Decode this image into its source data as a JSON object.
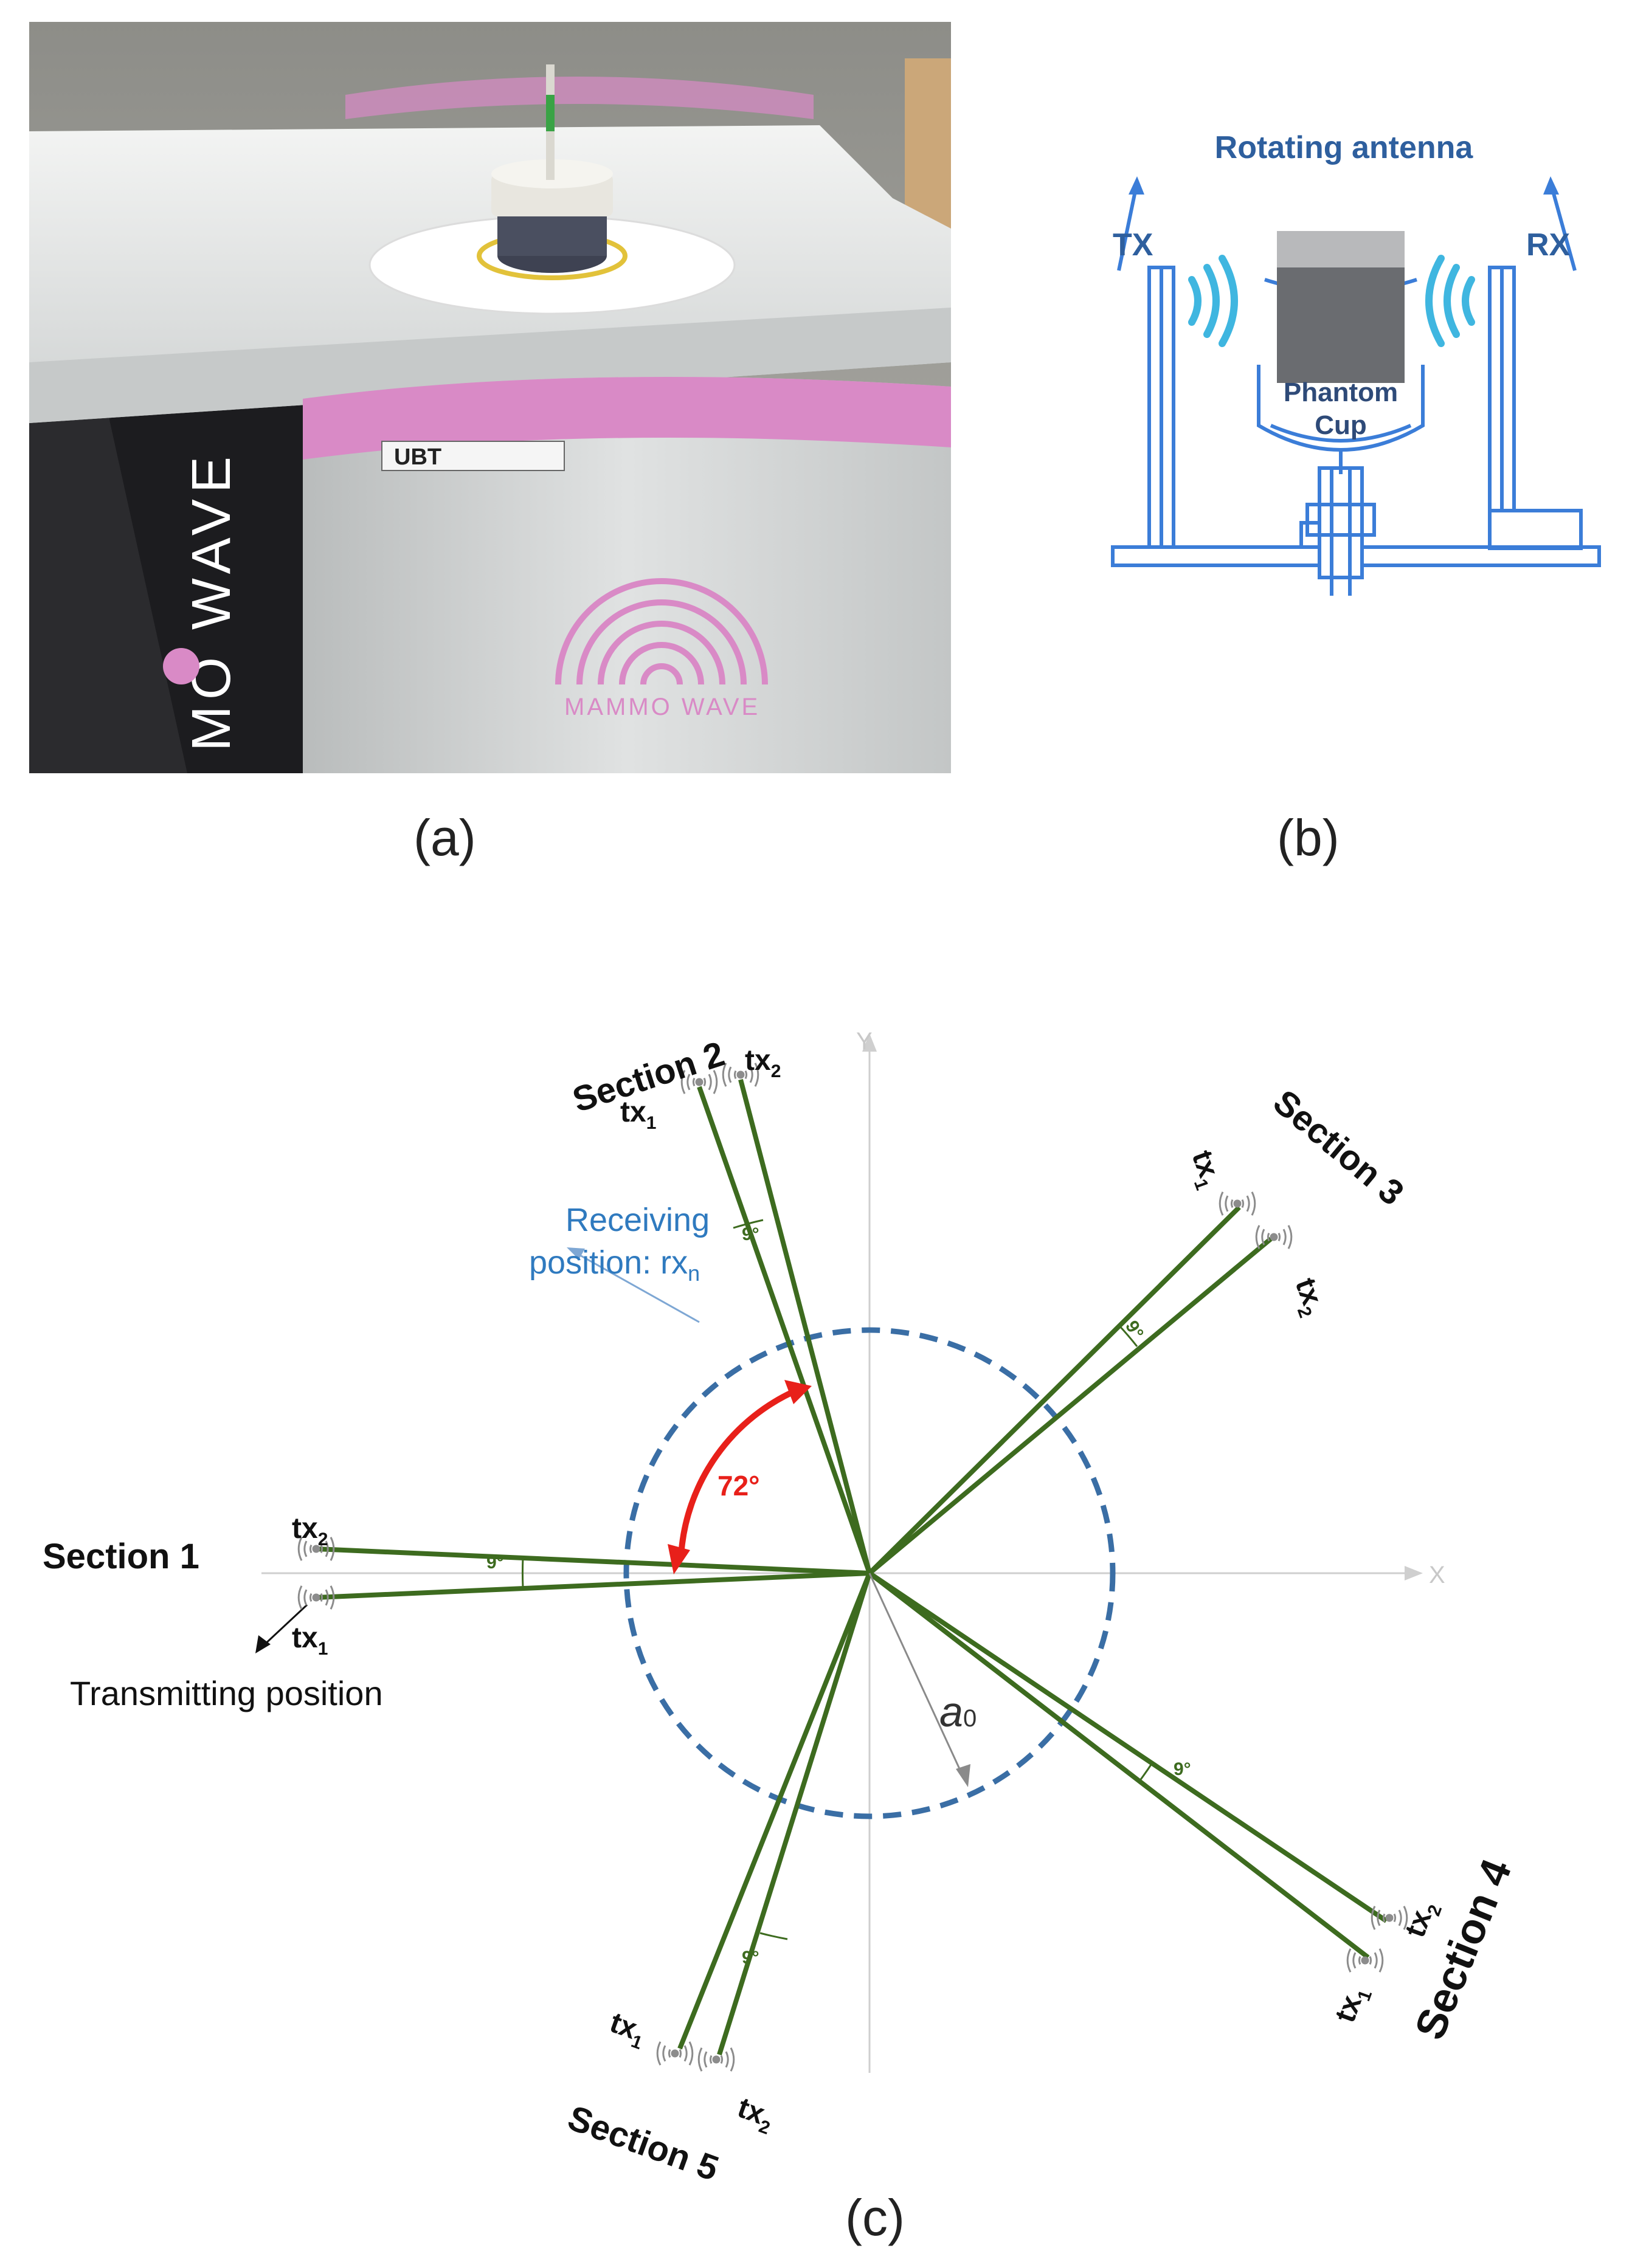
{
  "panels": {
    "a": {
      "caption": "(a)",
      "photo": {
        "logo_text": "UBT",
        "brand_text": "MAMMO WAVE",
        "side_text": "MO WAVE"
      }
    },
    "b": {
      "caption": "(b)",
      "title": "Rotating antenna",
      "tx_label": "TX",
      "rx_label": "RX",
      "cup_label_1": "Phantom",
      "cup_label_2": "Cup"
    },
    "c": {
      "caption": "(c)",
      "axis_x": "X",
      "axis_y": "Y",
      "sections": [
        "Section 1",
        "Section 2",
        "Section 3",
        "Section 4",
        "Section 5"
      ],
      "tx1": "tx",
      "tx2": "tx",
      "sub1": "1",
      "sub2": "2",
      "angle_small": "9°",
      "angle_big": "72°",
      "receiving_line1": "Receiving",
      "receiving_line2": "position: rx",
      "receiving_sub": "n",
      "transmitting": "Transmitting position",
      "radius_label": "a",
      "radius_sub": "0"
    }
  },
  "colors": {
    "antenna_line": "#3d6b1f",
    "circle": "#3a6ea5",
    "red_arc": "#e8201a",
    "diagram_blue": "#3b7dd8",
    "receiving_text": "#2f7abf",
    "axis_gray": "#c8c8c8",
    "pink": "#d98ac6"
  }
}
